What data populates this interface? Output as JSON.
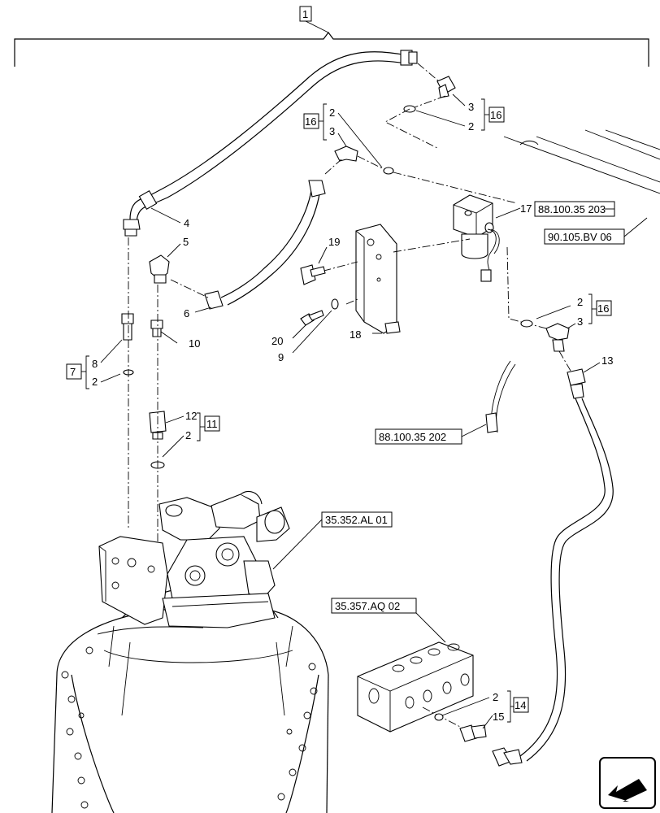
{
  "callouts": {
    "assembly": "1",
    "item2": "2",
    "item3": "3",
    "item4": "4",
    "item5": "5",
    "item6": "6",
    "item7": "7",
    "item8": "8",
    "item9": "9",
    "item10": "10",
    "item11": "11",
    "item12": "12",
    "item13": "13",
    "item14": "14",
    "item15": "15",
    "item16": "16",
    "item17": "17",
    "item18": "18",
    "item19": "19",
    "item20": "20"
  },
  "references": {
    "ref_88_100_35_203": "88.100.35 203",
    "ref_90_105_bv_06": "90.105.BV 06",
    "ref_88_100_35_202": "88.100.35 202",
    "ref_35_352_al_01": "35.352.AL 01",
    "ref_35_357_aq_02": "35.357.AQ 02"
  },
  "nav": {
    "icon": "arrow-back-icon"
  }
}
